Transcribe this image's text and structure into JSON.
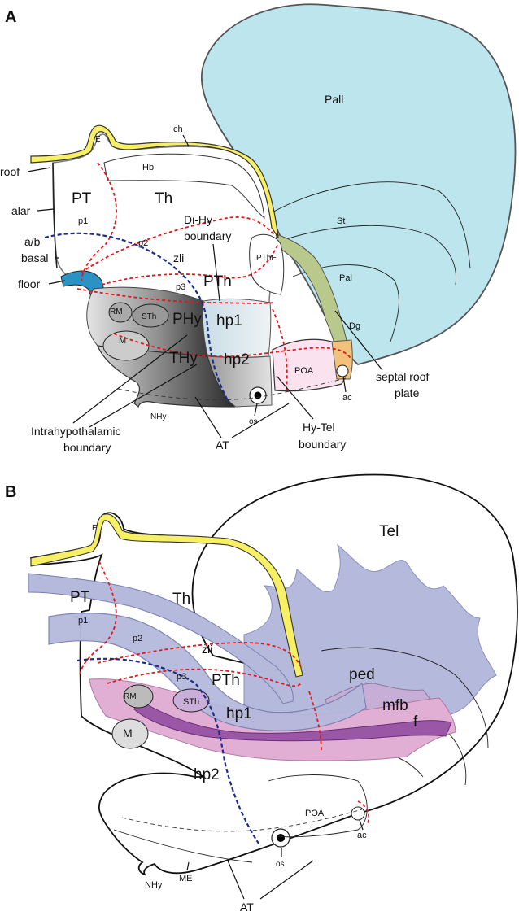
{
  "panelA": {
    "panel_label": "A",
    "regions": {
      "pall": "Pall",
      "st": "St",
      "pal": "Pal",
      "dg": "Dg",
      "poa": "POA",
      "ac": "ac",
      "pt": "PT",
      "th": "Th",
      "hb": "Hb",
      "pthe": "PThE",
      "pth": "PTh",
      "hp1": "hp1",
      "hp2": "hp2",
      "phy": "PHy",
      "thy": "THy",
      "rm": "RM",
      "sth": "STh",
      "m": "M",
      "nhy": "NHy",
      "os": "os",
      "e": "E"
    },
    "boundaries": {
      "p1": "p1",
      "p2": "p2",
      "p3": "p3",
      "zli": "zli"
    },
    "annotations": {
      "roof": "roof",
      "alar": "alar",
      "ab": "a/b",
      "basal": "basal",
      "floor": "floor",
      "ch": "ch",
      "dihy_1": "Di-Hy",
      "dihy_2": "boundary",
      "intra_1": "Intrahypothalamic",
      "intra_2": "boundary",
      "at": "AT",
      "hytel_1": "Hy-Tel",
      "hytel_2": "boundary",
      "septal_1": "septal roof",
      "septal_2": "plate"
    }
  },
  "panelB": {
    "panel_label": "B",
    "regions": {
      "tel": "Tel",
      "pt": "PT",
      "th": "Th",
      "pth": "PTh",
      "zli": "zli",
      "p1": "p1",
      "p2": "p2",
      "p3": "p3",
      "ped": "ped",
      "mfb": "mfb",
      "f": "f",
      "rm": "RM",
      "sth": "STh",
      "hp1": "hp1",
      "hp2": "hp2",
      "m": "M",
      "poa": "POA",
      "ac": "ac",
      "os": "os",
      "nhy": "NHy",
      "me": "ME",
      "at": "AT",
      "e": "E"
    }
  },
  "colors": {
    "telencephalon": "#bde5ee",
    "roof_plate": "#f7f064",
    "floor_plate": "#2a93c3",
    "septal_roof": "#b9c98c",
    "preoptic": "#fae2ef",
    "peduncle": "#b5b9dc",
    "mfb": "#e1afd3",
    "fornix": "#9a57a6",
    "boundary_red": "#e0191f",
    "boundary_blue": "#1f2d8a"
  }
}
